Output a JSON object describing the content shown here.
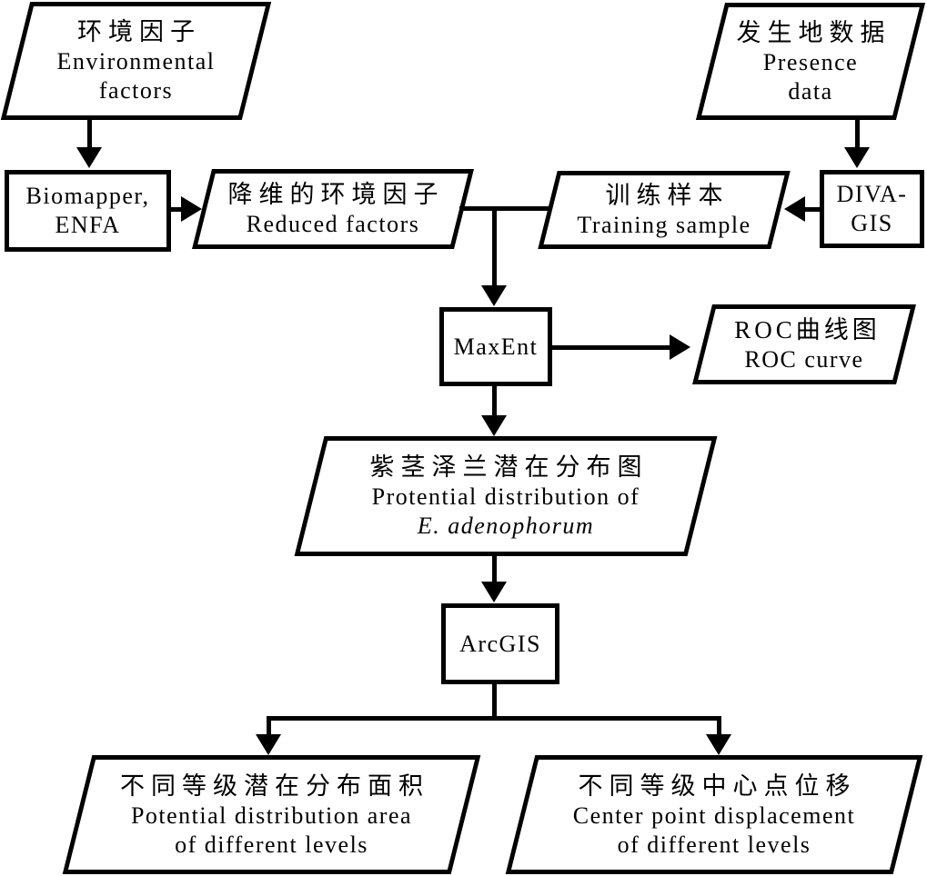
{
  "colors": {
    "line": "#000000",
    "background": "#ffffff"
  },
  "nodes": {
    "env_factors": {
      "line1": "环境因子",
      "line2": "Environmental",
      "line3": "factors"
    },
    "presence_data": {
      "line1": "发生地数据",
      "line2": "Presence",
      "line3": "data"
    },
    "biomapper": {
      "line1": "Biomapper,",
      "line2": "ENFA"
    },
    "reduced_factors": {
      "line1": "降维的环境因子",
      "line2": "Reduced factors"
    },
    "training_sample": {
      "line1": "训练样本",
      "line2": "Training sample"
    },
    "diva_gis": {
      "line1": "DIVA-",
      "line2": "GIS"
    },
    "maxent": {
      "line1": "MaxEnt"
    },
    "roc_curve": {
      "line1": "ROC曲线图",
      "line2": "ROC curve"
    },
    "potential_distribution": {
      "line1": "紫茎泽兰潜在分布图",
      "line2": "Protential distribution of",
      "line3": "E. adenophorum"
    },
    "arcgis": {
      "line1": "ArcGIS"
    },
    "distribution_area": {
      "line1": "不同等级潜在分布面积",
      "line2": "Potential distribution area",
      "line3": "of different levels"
    },
    "center_displacement": {
      "line1": "不同等级中心点位移",
      "line2": "Center point displacement",
      "line3": "of different levels"
    }
  },
  "edges": [
    {
      "from": "env_factors",
      "to": "biomapper"
    },
    {
      "from": "presence_data",
      "to": "diva_gis"
    },
    {
      "from": "biomapper",
      "to": "reduced_factors"
    },
    {
      "from": "diva_gis",
      "to": "training_sample"
    },
    {
      "from": "reduced_factors",
      "to": "maxent"
    },
    {
      "from": "training_sample",
      "to": "maxent"
    },
    {
      "from": "maxent",
      "to": "roc_curve"
    },
    {
      "from": "maxent",
      "to": "potential_distribution"
    },
    {
      "from": "potential_distribution",
      "to": "arcgis"
    },
    {
      "from": "arcgis",
      "to": "distribution_area"
    },
    {
      "from": "arcgis",
      "to": "center_displacement"
    }
  ]
}
